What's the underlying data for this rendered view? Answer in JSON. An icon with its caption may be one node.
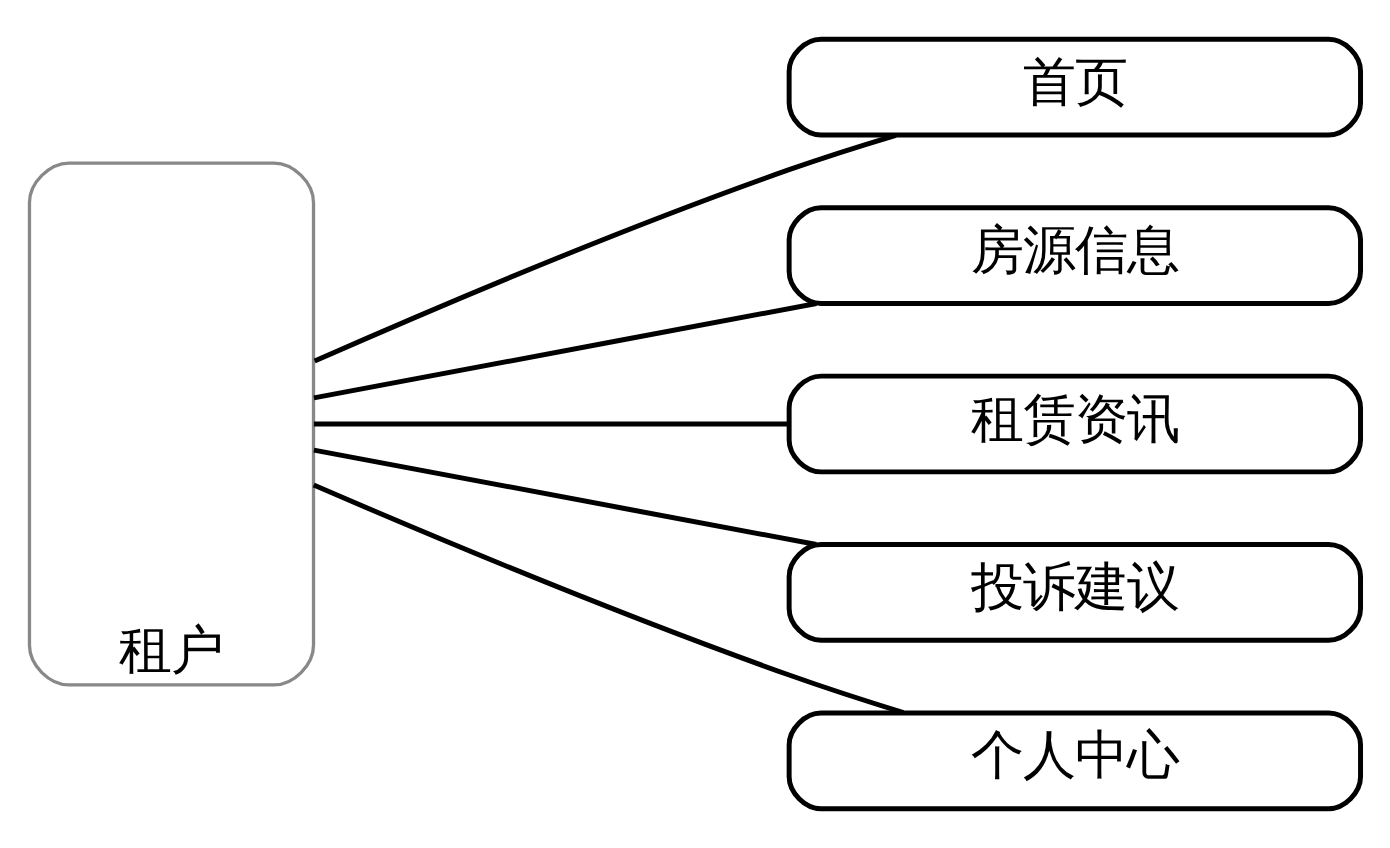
{
  "diagram": {
    "nodes": [
      {
        "text": [
          "租户"
        ]
      },
      {
        "text": [
          "首页"
        ]
      },
      {
        "text": [
          "房源信息"
        ]
      },
      {
        "text": [
          "租赁资讯"
        ]
      },
      {
        "text": [
          "投诉建议"
        ]
      },
      {
        "text": [
          "个人中心"
        ]
      }
    ],
    "edges": [
      {
        "from": 0,
        "to": 1,
        "arrow": "none"
      },
      {
        "from": 0,
        "to": 2,
        "arrow": "none"
      },
      {
        "from": 0,
        "to": 3,
        "arrow": "none"
      },
      {
        "from": 0,
        "to": 4,
        "arrow": "none"
      },
      {
        "from": 0,
        "to": 5,
        "arrow": "none"
      }
    ]
  }
}
